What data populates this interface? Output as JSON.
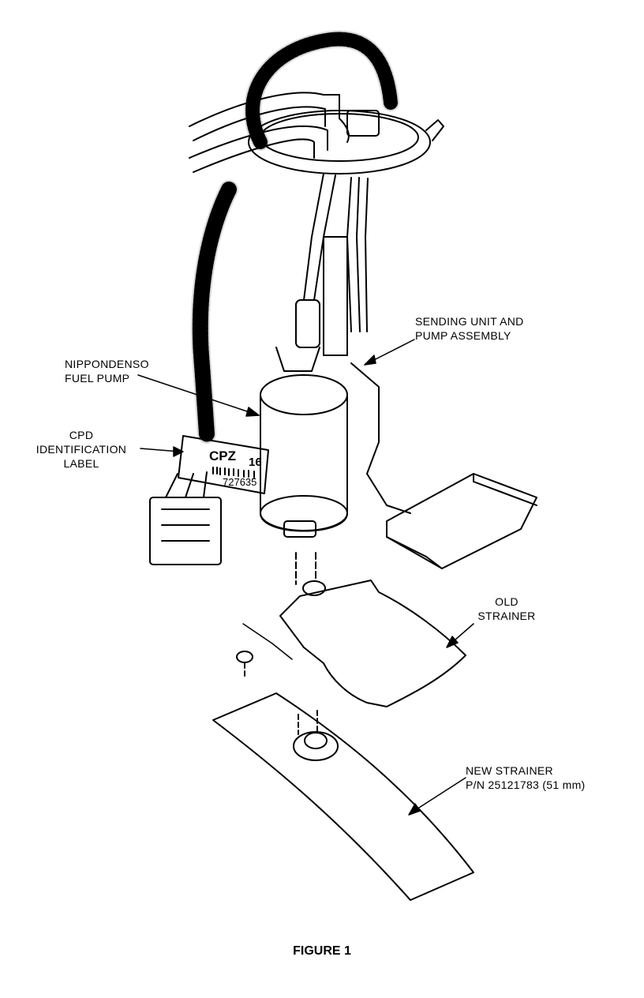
{
  "callouts": {
    "sending_unit": [
      "SENDING UNIT AND",
      "PUMP ASSEMBLY"
    ],
    "fuel_pump": [
      "NIPPONDENSO",
      "FUEL PUMP"
    ],
    "cpd_label": [
      "CPD",
      "IDENTIFICATION",
      "LABEL"
    ],
    "old_strainer": [
      "OLD",
      "STRAINER"
    ],
    "new_strainer": [
      "NEW STRAINER",
      "P/N 25121783 (51 mm)"
    ]
  },
  "label_tag": {
    "code": "CPZ",
    "number": "16",
    "serial": "727635"
  },
  "caption": "FIGURE 1"
}
